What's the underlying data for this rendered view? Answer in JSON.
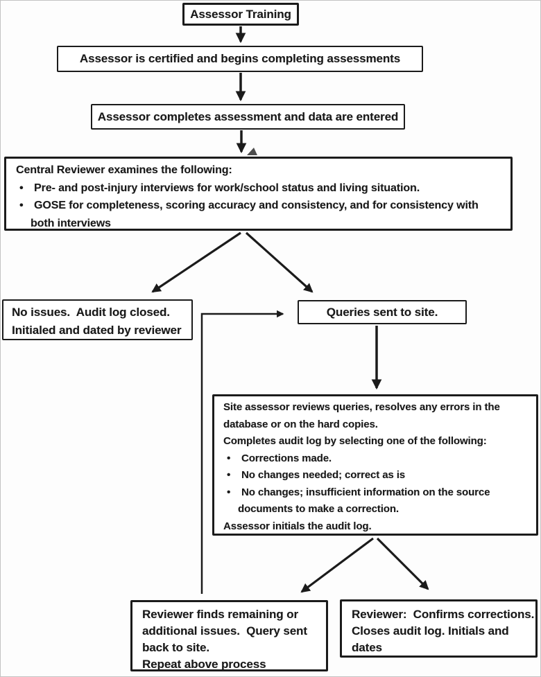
{
  "bullet_char": "•",
  "boxes": {
    "training": {
      "label": "Assessor Training"
    },
    "certified": {
      "label": "Assessor is certified and begins completing assessments"
    },
    "completes": {
      "label": "Assessor completes assessment and data are entered"
    },
    "central": {
      "intro": "Central Reviewer examines the following:",
      "bullet1": "Pre- and post-injury interviews for work/school status and living situation.",
      "bullet2": "GOSE for completeness, scoring accuracy and consistency, and for consistency with",
      "bullet2_cont": "both interviews"
    },
    "no_issues": {
      "line1": "No issues.  Audit log closed.",
      "line2": "Initialed and dated by reviewer"
    },
    "queries": {
      "label": "Queries sent to site."
    },
    "site": {
      "line1": "Site assessor reviews queries, resolves any errors in the",
      "line2": "database or on the hard copies.",
      "line3": "Completes audit log by selecting one of the following:",
      "bullet1": "Corrections made.",
      "bullet2": "No changes needed; correct as is",
      "bullet3": "No changes; insufficient information on the source",
      "bullet3_cont": "documents to make a correction.",
      "line4": "Assessor initials the audit log."
    },
    "finds": {
      "line1": "Reviewer finds remaining or",
      "line2": "additional issues.  Query sent",
      "line3": "back to site.",
      "line4": "Repeat above process"
    },
    "confirms": {
      "line1": "Reviewer:  Confirms corrections.",
      "line2": "Closes audit log. Initials and",
      "line3": "dates"
    }
  },
  "colors": {
    "ink": "#1b1b1b",
    "paper": "#ffffff"
  }
}
